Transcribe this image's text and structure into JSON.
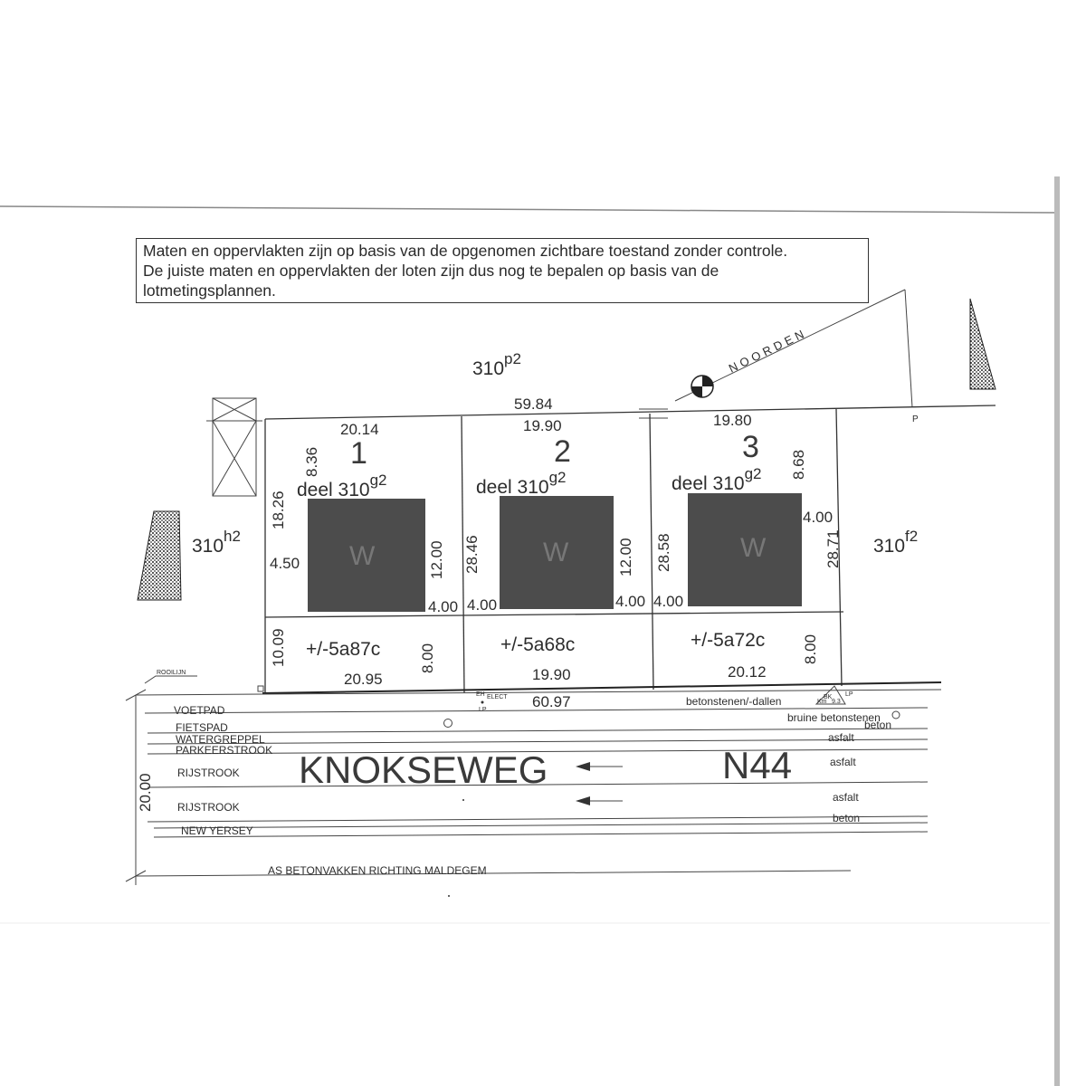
{
  "note": {
    "lines": [
      "Maten en oppervlakten zijn op basis van de opgenomen zichtbare toestand zonder controle.",
      "De juiste maten en oppervlakten der loten zijn dus nog te bepalen op basis van de",
      "lotmetingsplannen."
    ]
  },
  "compass": {
    "label": "NOORDEN"
  },
  "parcels": {
    "top": {
      "base": "310",
      "sup": "p2"
    },
    "left": {
      "base": "310",
      "sup": "h2"
    },
    "right": {
      "base": "310",
      "sup": "f2"
    }
  },
  "dimensions": {
    "total_back": "59.84",
    "total_front": "60.97",
    "road_width": "20.00",
    "point_p": "P"
  },
  "lots": [
    {
      "number": "1",
      "deel": "deel 310",
      "deel_sup": "g2",
      "back_width": "20.14",
      "front_width": "20.95",
      "left_depth": "18.26",
      "left_lower": "10.09",
      "back_setback": "8.36",
      "side_left": "4.50",
      "side_right": "4.00",
      "building_depth": "12.00",
      "front_setback": "8.00",
      "building_label": "W",
      "area": "+/-5a87c"
    },
    {
      "number": "2",
      "deel": "deel 310",
      "deel_sup": "g2",
      "back_width": "19.90",
      "front_width": "19.90",
      "left_depth": "28.46",
      "side_left": "4.00",
      "side_right": "4.00",
      "building_depth": "12.00",
      "building_label": "W",
      "area": "+/-5a68c"
    },
    {
      "number": "3",
      "deel": "deel 310",
      "deel_sup": "g2",
      "back_width": "19.80",
      "front_width": "20.12",
      "left_depth": "28.58",
      "right_depth": "28.71",
      "back_setback": "8.68",
      "side_left": "4.00",
      "side_right": "4.00",
      "front_setback": "8.00",
      "building_label": "W",
      "area": "+/-5a72c"
    }
  ],
  "road": {
    "name": "KNOKSEWEG",
    "number": "N44",
    "rooilijn": "ROOILIJN",
    "lanes": [
      "VOETPAD",
      "FIETSPAD",
      "WATERGREPPEL",
      "PARKEERSTROOK",
      "RIJSTROOK",
      "RIJSTROOK",
      "NEW YERSEY"
    ],
    "materials": [
      "betonstenen/-dallen",
      "bruine betonstenen",
      "beton",
      "asfalt",
      "asfalt",
      "asfalt",
      "beton"
    ],
    "axis_note": "AS BETONVAKKEN RICHTING MALDEGEM",
    "utilities": {
      "elect": "ELECT",
      "eh": "EH",
      "lp": "LP",
      "bk": "BK",
      "km": "Km",
      "km_value": "9.3",
      "lp2": "LP"
    }
  },
  "colors": {
    "building_fill": "#4c4c4c",
    "line": "#333333",
    "paper": "#ffffff"
  }
}
